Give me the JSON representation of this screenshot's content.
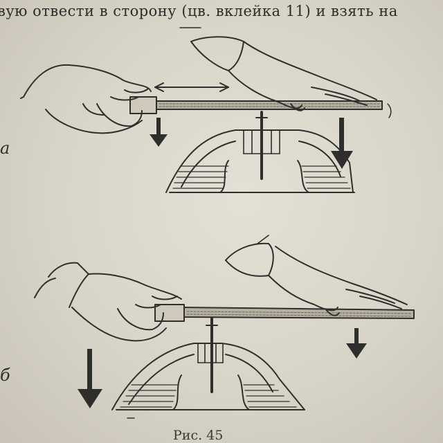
{
  "header": {
    "text": "вую отвести в сторону (цв. вклейка 11) и взять на"
  },
  "panels": [
    {
      "label": "а"
    },
    {
      "label": "б"
    }
  ],
  "caption": {
    "text": "Рис. 45"
  },
  "colors": {
    "ink": "#2a2a28",
    "paper": "#dcd8cc"
  }
}
